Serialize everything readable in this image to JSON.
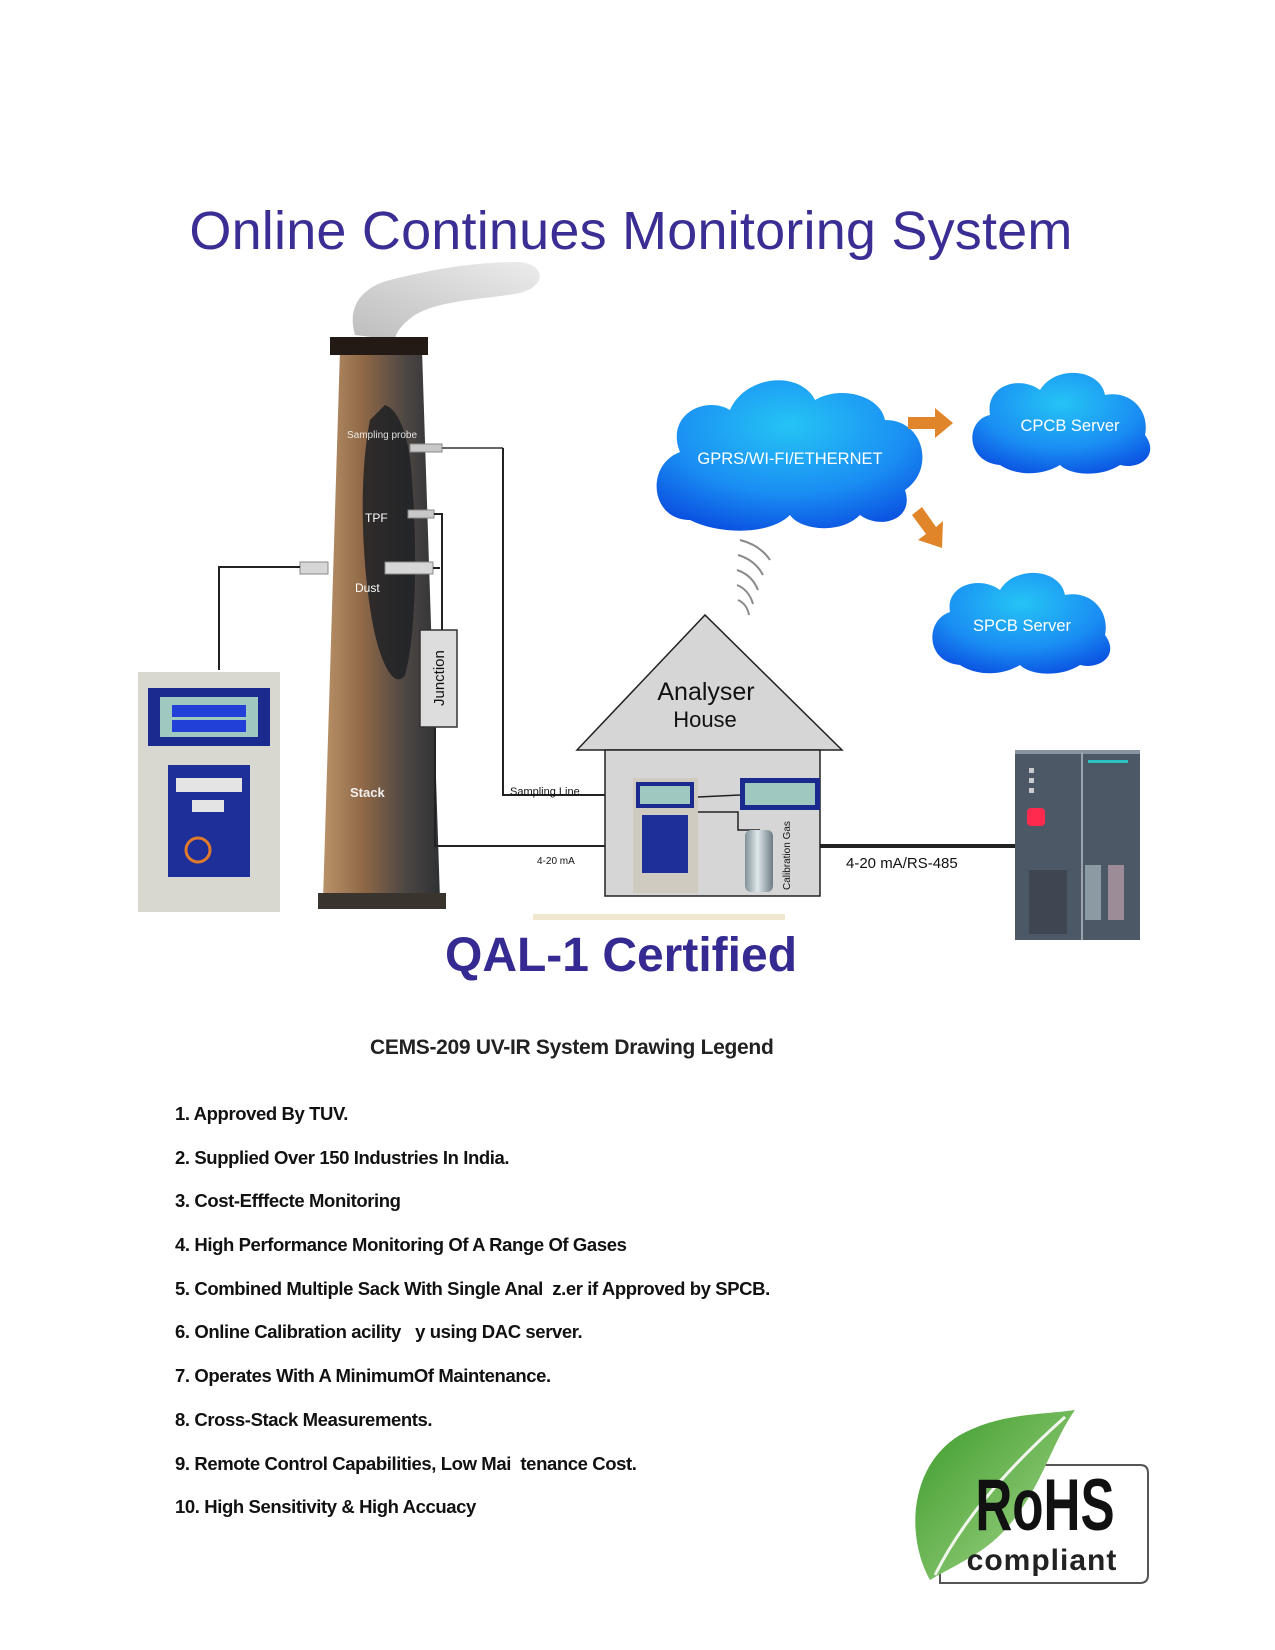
{
  "document": {
    "title": "Online Continues Monitoring System",
    "certification": "QAL-1 Certified"
  },
  "diagram": {
    "stack": {
      "labels": {
        "sampling_probe": "Sampling probe",
        "tpf": "TPF",
        "dust": "Dust",
        "stack": "Stack"
      }
    },
    "junction_label": "Junction",
    "network_cloud_label": "GPRS/WI-FI/ETHERNET",
    "servers": [
      {
        "label": "CPCB Server"
      },
      {
        "label": "SPCB Server"
      }
    ],
    "analyser_house": {
      "line1": "Analyser",
      "line2": "House",
      "calibration_label": "Calibration Gas"
    },
    "connections": {
      "sampling_line": "Sampling Line",
      "signal_line": "4-20 mA",
      "output_line": "4-20 mA/RS-485"
    },
    "colors": {
      "title_blue": "#3a2e95",
      "cloud_blue": "#1a7ef0",
      "cloud_light": "#25c4f5",
      "arrow_orange": "#e0852a",
      "plc_gray": "#4d5866",
      "led_red": "#ff2a4d"
    }
  },
  "legend": {
    "heading": "CEMS-209 UV-IR System Drawing Legend",
    "items": [
      "1. Approved By TUV.",
      "2. Supplied Over 150 Industries In India.",
      "3. Cost-Efffecte Monitoring",
      "4. High Performance Monitoring Of A Range Of Gases",
      "5. Combined Multiple Sack With Single Anal  z.er if Approved by SPCB.",
      "6. Online Calibration acility   y using DAC server.",
      "7. Operates With A MinimumOf Maintenance.",
      "8. Cross-Stack Measurements.",
      "9. Remote Control Capabilities, Low Mai  tenance Cost.",
      "10. High Sensitivity & High Accuacy"
    ]
  },
  "badge": {
    "main": "RoHS",
    "sub": "compliant"
  }
}
